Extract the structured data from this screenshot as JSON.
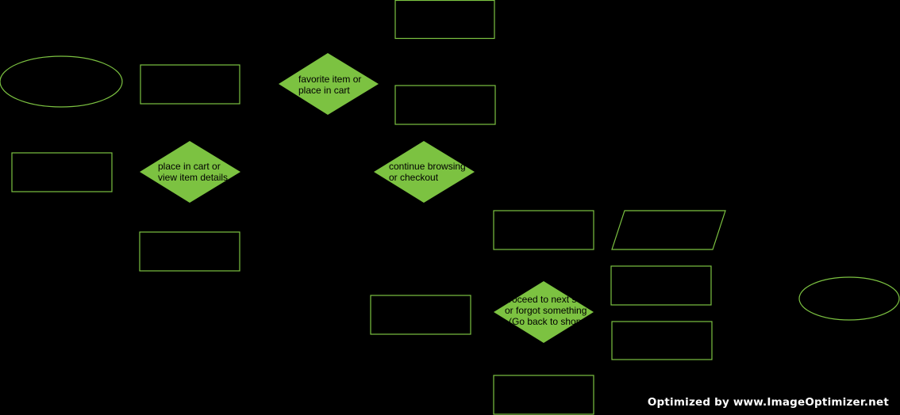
{
  "colors": {
    "background": "#000000",
    "outline": "#7cc241",
    "decision_fill": "#7cc241",
    "decision_text": "#000000",
    "watermark_text": "#ffffff"
  },
  "decisions": {
    "favorite_or_cart": {
      "line1": "favorite item or",
      "line2": "place in cart"
    },
    "cart_or_details": {
      "line1": "place in cart or",
      "line2": "view item details"
    },
    "browse_or_checkout": {
      "line1": "continue browsing",
      "line2": "or checkout"
    },
    "proceed_or_back": {
      "line1": "roceed to next s",
      "line2": "or forgot something",
      "line3": "(Go back to shopp"
    }
  },
  "watermark": "Optimized by www.ImageOptimizer.net"
}
